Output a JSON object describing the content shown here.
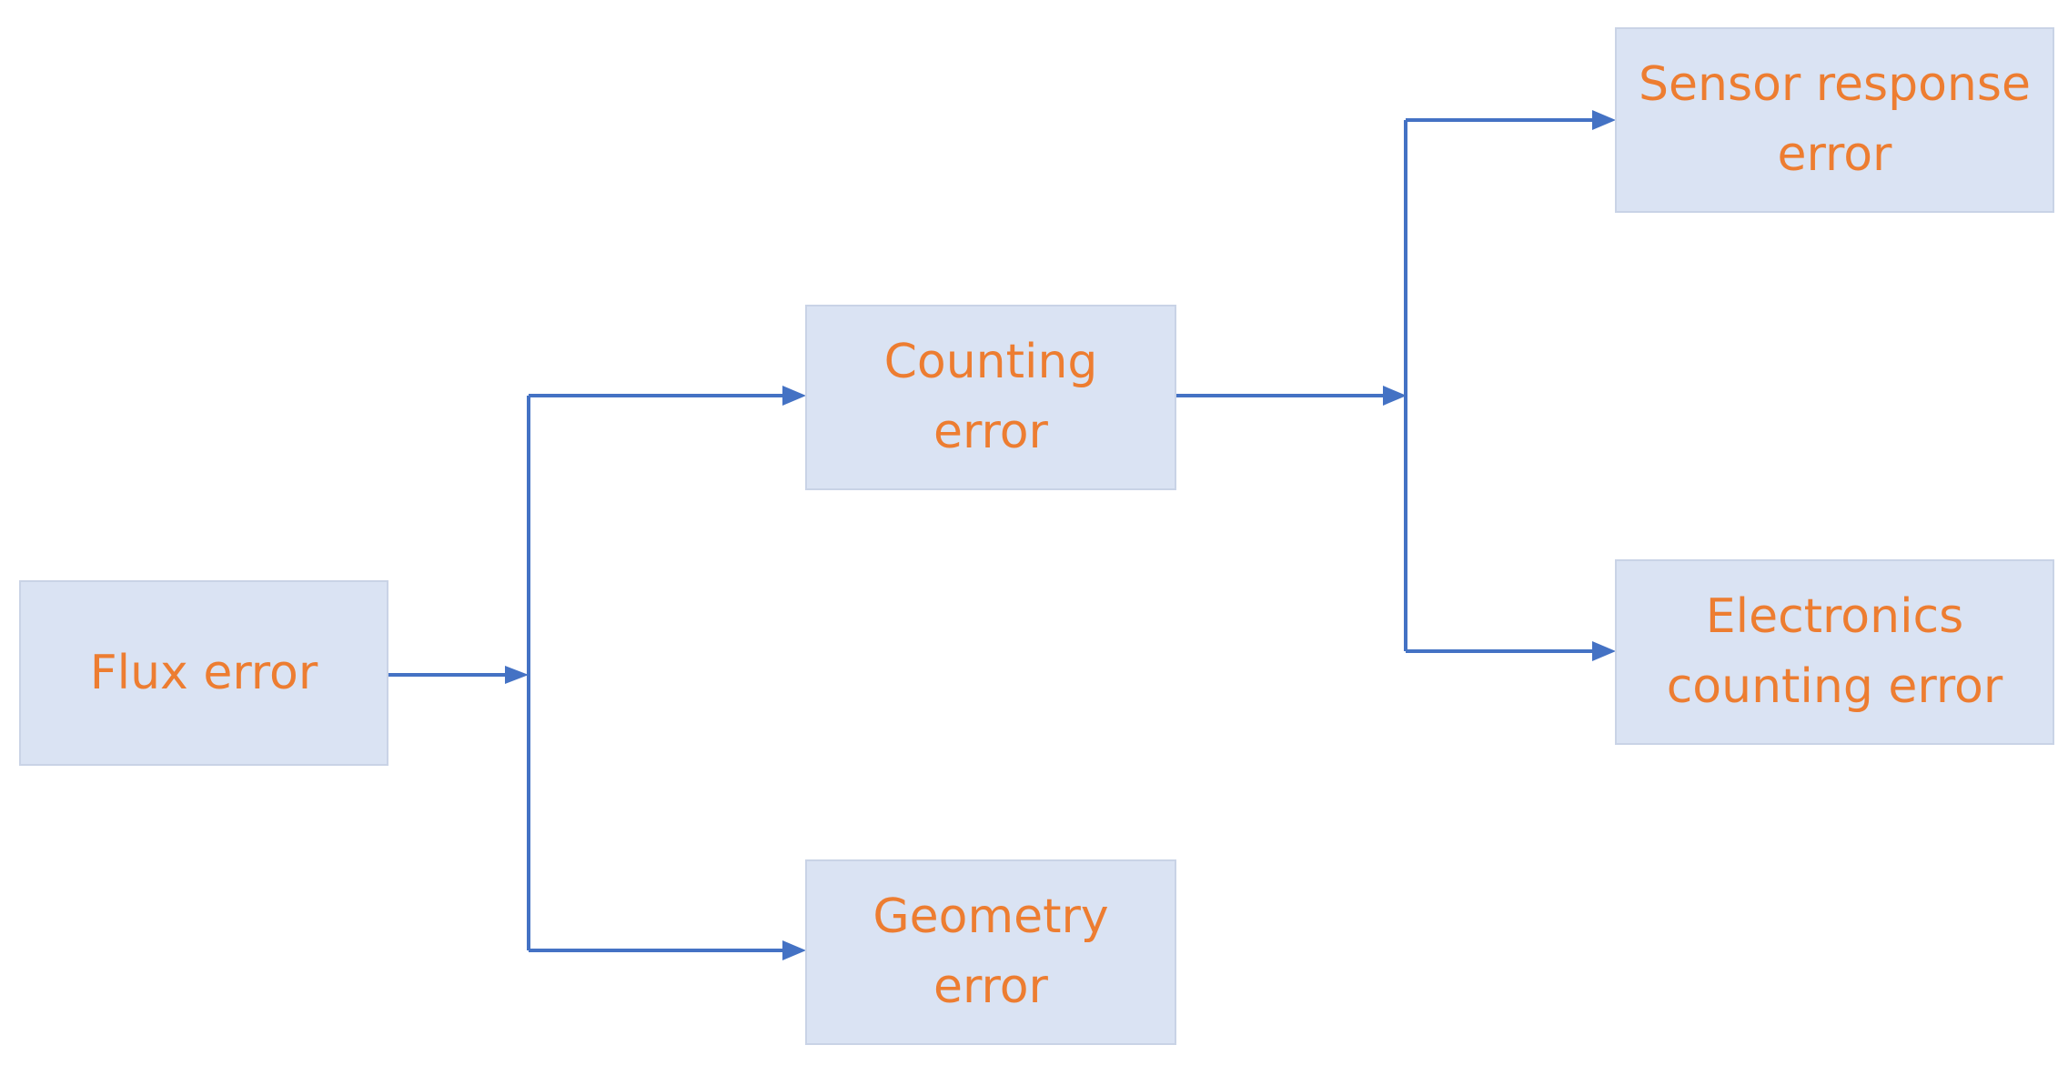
{
  "nodes": {
    "flux": "Flux error",
    "counting": "Counting error",
    "geometry": "Geometry error",
    "sensor": "Sensor response error",
    "electronics": "Electronics counting error"
  },
  "colors": {
    "node_fill": "#dae3f3",
    "node_border": "#c9d3e6",
    "text": "#ed7d31",
    "connector": "#4472c4"
  }
}
